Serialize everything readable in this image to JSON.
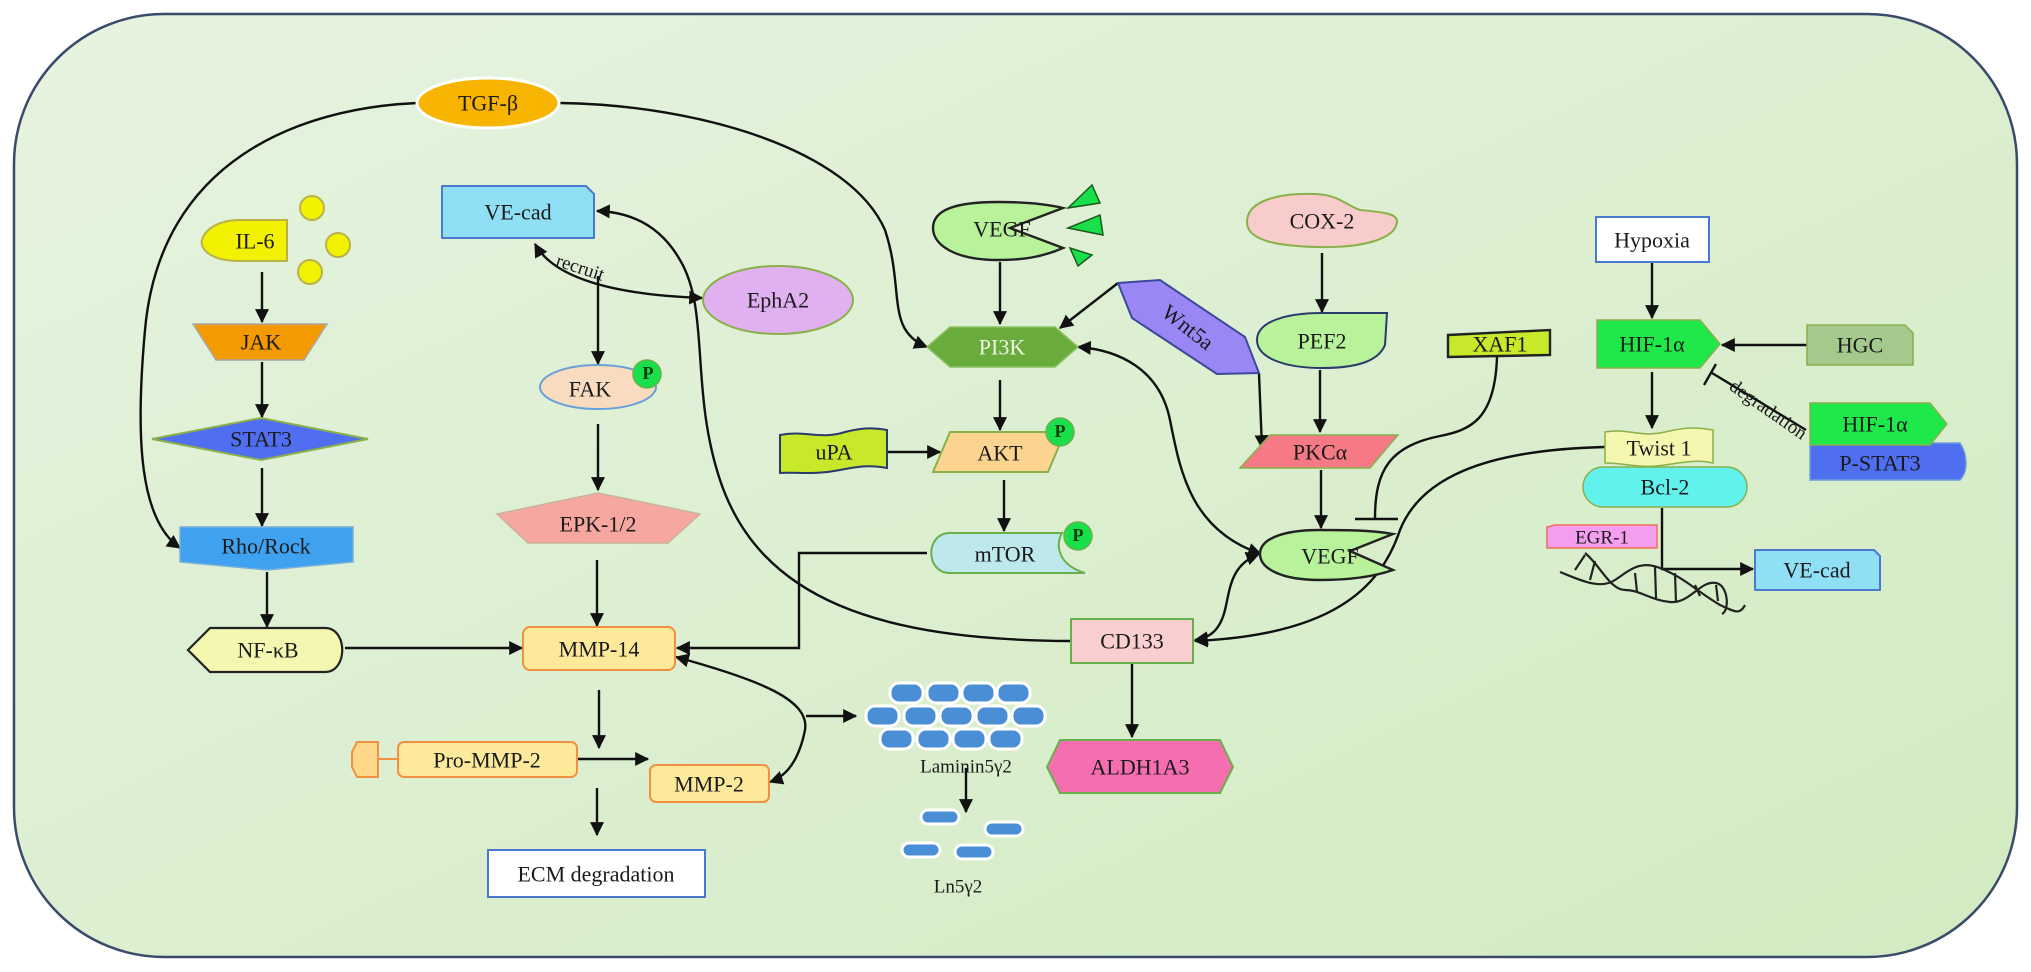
{
  "title": "Signaling pathways in vasculogenic mimicry",
  "colors": {
    "frame_fill": "#dff0d6",
    "frame_stroke": "#3a4a6a",
    "edge": "#111111",
    "phospho": "#19e04a"
  },
  "nodes": {
    "tgfb": {
      "label": "TGF-β",
      "fill": "#f7b400"
    },
    "il6": {
      "label": "IL-6",
      "fill": "#f2f200"
    },
    "jak": {
      "label": "JAK",
      "fill": "#f29a00"
    },
    "stat3": {
      "label": "STAT3",
      "fill": "#4f6ef0"
    },
    "rho_rock": {
      "label": "Rho/Rock",
      "fill": "#3ea2f0"
    },
    "nfkb": {
      "label": "NF-κB",
      "fill": "#f3f7b0"
    },
    "ve_cad_top": {
      "label": "VE-cad",
      "fill": "#8fe0f5"
    },
    "recruit": {
      "label": "recruit"
    },
    "epha2": {
      "label": "EphA2",
      "fill": "#e0b0f0"
    },
    "fak": {
      "label": "FAK",
      "fill": "#f9dcbf"
    },
    "epk": {
      "label": "EPK-1/2",
      "fill": "#f6a8a0"
    },
    "mmp14": {
      "label": "MMP-14",
      "fill": "#fde99a"
    },
    "pro_mmp2": {
      "label": "Pro-MMP-2",
      "fill": "#fde99a"
    },
    "mmp2": {
      "label": "MMP-2",
      "fill": "#fde99a"
    },
    "ecm": {
      "label": "ECM degradation",
      "fill": "#ffffff"
    },
    "vegf_top": {
      "label": "VEGF",
      "fill": "#b8f29a"
    },
    "pi3k": {
      "label": "PI3K",
      "fill": "#6aab3e"
    },
    "upa": {
      "label": "uPA",
      "fill": "#c8e82a"
    },
    "akt": {
      "label": "AKT",
      "fill": "#fbd590"
    },
    "mtor": {
      "label": "mTOR",
      "fill": "#bde8ec"
    },
    "laminin": {
      "label": "Laminin5γ2",
      "fill": "#4a8fd6"
    },
    "ln5": {
      "label": "Ln5γ2",
      "fill": "#4a8fd6"
    },
    "cd133": {
      "label": "CD133",
      "fill": "#f9cfcf"
    },
    "aldh1a3": {
      "label": "ALDH1A3",
      "fill": "#f56eb0"
    },
    "wnt5a": {
      "label": "Wnt5a",
      "fill": "#9b86f5"
    },
    "cox2": {
      "label": "COX-2",
      "fill": "#f9cccc"
    },
    "pef2": {
      "label": "PEF2",
      "fill": "#b8f29a"
    },
    "pkca": {
      "label": "PKCα",
      "fill": "#f57a85"
    },
    "vegf_bottom": {
      "label": "VEGF",
      "fill": "#b8f29a"
    },
    "xaf1": {
      "label": "XAF1",
      "fill": "#c8e82a"
    },
    "hypoxia": {
      "label": "Hypoxia",
      "fill": "#ffffff"
    },
    "hif1a": {
      "label": "HIF-1α",
      "fill": "#1ee84a"
    },
    "hgc": {
      "label": "HGC",
      "fill": "#a5c98c"
    },
    "degradation": {
      "label": "degradation"
    },
    "hif1a_complex": {
      "label": "HIF-1α",
      "fill": "#1ee84a"
    },
    "p_stat3": {
      "label": "P-STAT3",
      "fill": "#4f6ef0"
    },
    "twist1": {
      "label": "Twist 1",
      "fill": "#f5f7b0"
    },
    "bcl2": {
      "label": "Bcl-2",
      "fill": "#62f2ee"
    },
    "egr1": {
      "label": "EGR-1",
      "fill": "#f59ef0"
    },
    "ve_cad_right": {
      "label": "VE-cad",
      "fill": "#8fe0f5"
    }
  },
  "phospho_label": "P",
  "edges": [
    {
      "from": "tgfb",
      "to": "rho_rock",
      "type": "activation"
    },
    {
      "from": "tgfb",
      "to": "pi3k",
      "type": "activation"
    },
    {
      "from": "il6",
      "to": "jak",
      "type": "activation"
    },
    {
      "from": "jak",
      "to": "stat3",
      "type": "activation"
    },
    {
      "from": "stat3",
      "to": "rho_rock",
      "type": "activation"
    },
    {
      "from": "rho_rock",
      "to": "nfkb",
      "type": "activation"
    },
    {
      "from": "nfkb",
      "to": "mmp14",
      "type": "activation"
    },
    {
      "from": "ve_cad_top",
      "to": "epha2",
      "type": "recruit (bidirectional)"
    },
    {
      "from": "ve_cad_top",
      "to": "fak",
      "type": "activation"
    },
    {
      "from": "fak",
      "to": "epk",
      "type": "activation"
    },
    {
      "from": "epk",
      "to": "mmp14",
      "type": "activation"
    },
    {
      "from": "mmp14",
      "to": "pro_mmp2",
      "type": "activation"
    },
    {
      "from": "pro_mmp2",
      "to": "mmp2",
      "type": "activation"
    },
    {
      "from": "pro_mmp2",
      "to": "ecm",
      "type": "activation"
    },
    {
      "from": "mmp14",
      "to": "mmp2",
      "type": "bidirectional"
    },
    {
      "from": "mmp14",
      "to": "laminin",
      "type": "activation"
    },
    {
      "from": "laminin",
      "to": "ln5",
      "type": "cleavage"
    },
    {
      "from": "vegf_top",
      "to": "pi3k",
      "type": "activation"
    },
    {
      "from": "wnt5a",
      "to": "pi3k",
      "type": "activation"
    },
    {
      "from": "wnt5a",
      "to": "pkca",
      "type": "activation"
    },
    {
      "from": "pi3k",
      "to": "akt",
      "type": "activation"
    },
    {
      "from": "upa",
      "to": "akt",
      "type": "activation"
    },
    {
      "from": "akt",
      "to": "mtor",
      "type": "activation"
    },
    {
      "from": "mtor",
      "to": "mmp14",
      "type": "activation"
    },
    {
      "from": "cox2",
      "to": "pef2",
      "type": "activation"
    },
    {
      "from": "pef2",
      "to": "pkca",
      "type": "activation"
    },
    {
      "from": "pkca",
      "to": "vegf_bottom",
      "type": "activation"
    },
    {
      "from": "xaf1",
      "to": "vegf_bottom",
      "type": "inhibition"
    },
    {
      "from": "vegf_bottom",
      "to": "pi3k",
      "type": "bidirectional"
    },
    {
      "from": "vegf_bottom",
      "to": "cd133",
      "type": "bidirectional"
    },
    {
      "from": "twist1",
      "to": "cd133",
      "type": "activation"
    },
    {
      "from": "cd133",
      "to": "ve_cad_top",
      "type": "activation"
    },
    {
      "from": "cd133",
      "to": "aldh1a3",
      "type": "activation"
    },
    {
      "from": "hypoxia",
      "to": "hif1a",
      "type": "activation"
    },
    {
      "from": "hgc",
      "to": "hif1a",
      "type": "activation"
    },
    {
      "from": "hif1a_complex",
      "to": "hif1a",
      "type": "inhibition (degradation)"
    },
    {
      "from": "hif1a",
      "to": "twist1",
      "type": "activation"
    },
    {
      "from": "bcl2",
      "to": "ve_cad_right",
      "type": "activation"
    }
  ]
}
